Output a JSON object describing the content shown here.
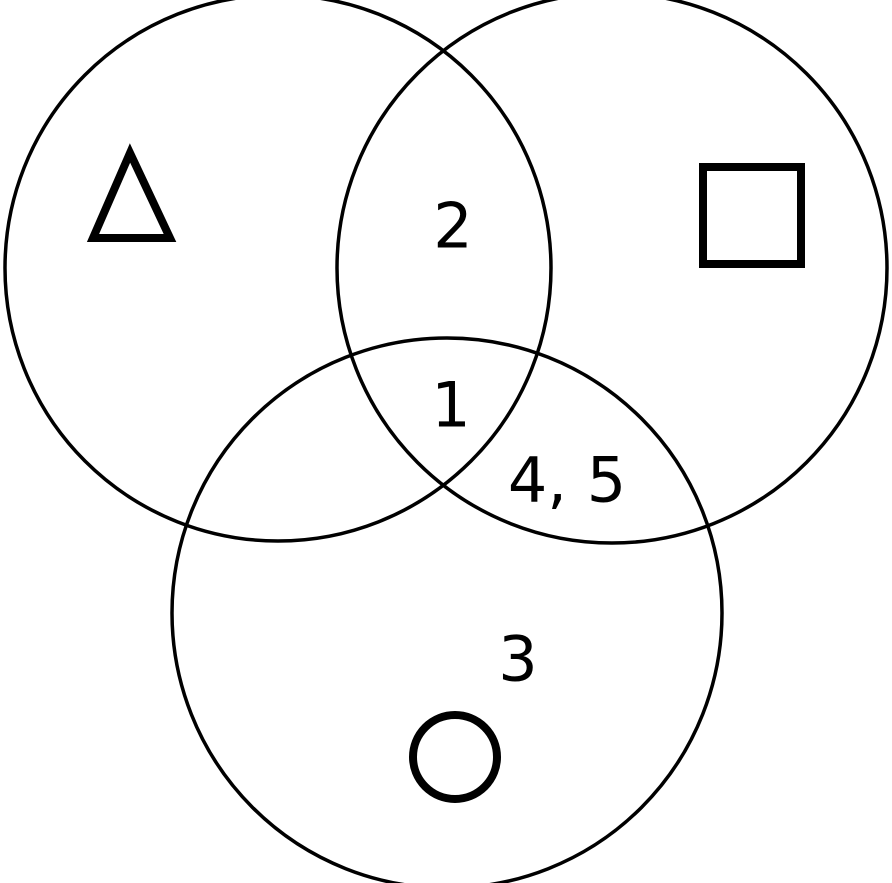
{
  "diagram": {
    "type": "venn",
    "sets": [
      {
        "id": "triangle",
        "symbol": "triangle-icon"
      },
      {
        "id": "square",
        "symbol": "square-icon"
      },
      {
        "id": "circle",
        "symbol": "circle-icon"
      }
    ],
    "regions": {
      "triangle_square_circle": "1",
      "triangle_square": "2",
      "circle_only": "3",
      "square_circle": "4, 5"
    }
  }
}
